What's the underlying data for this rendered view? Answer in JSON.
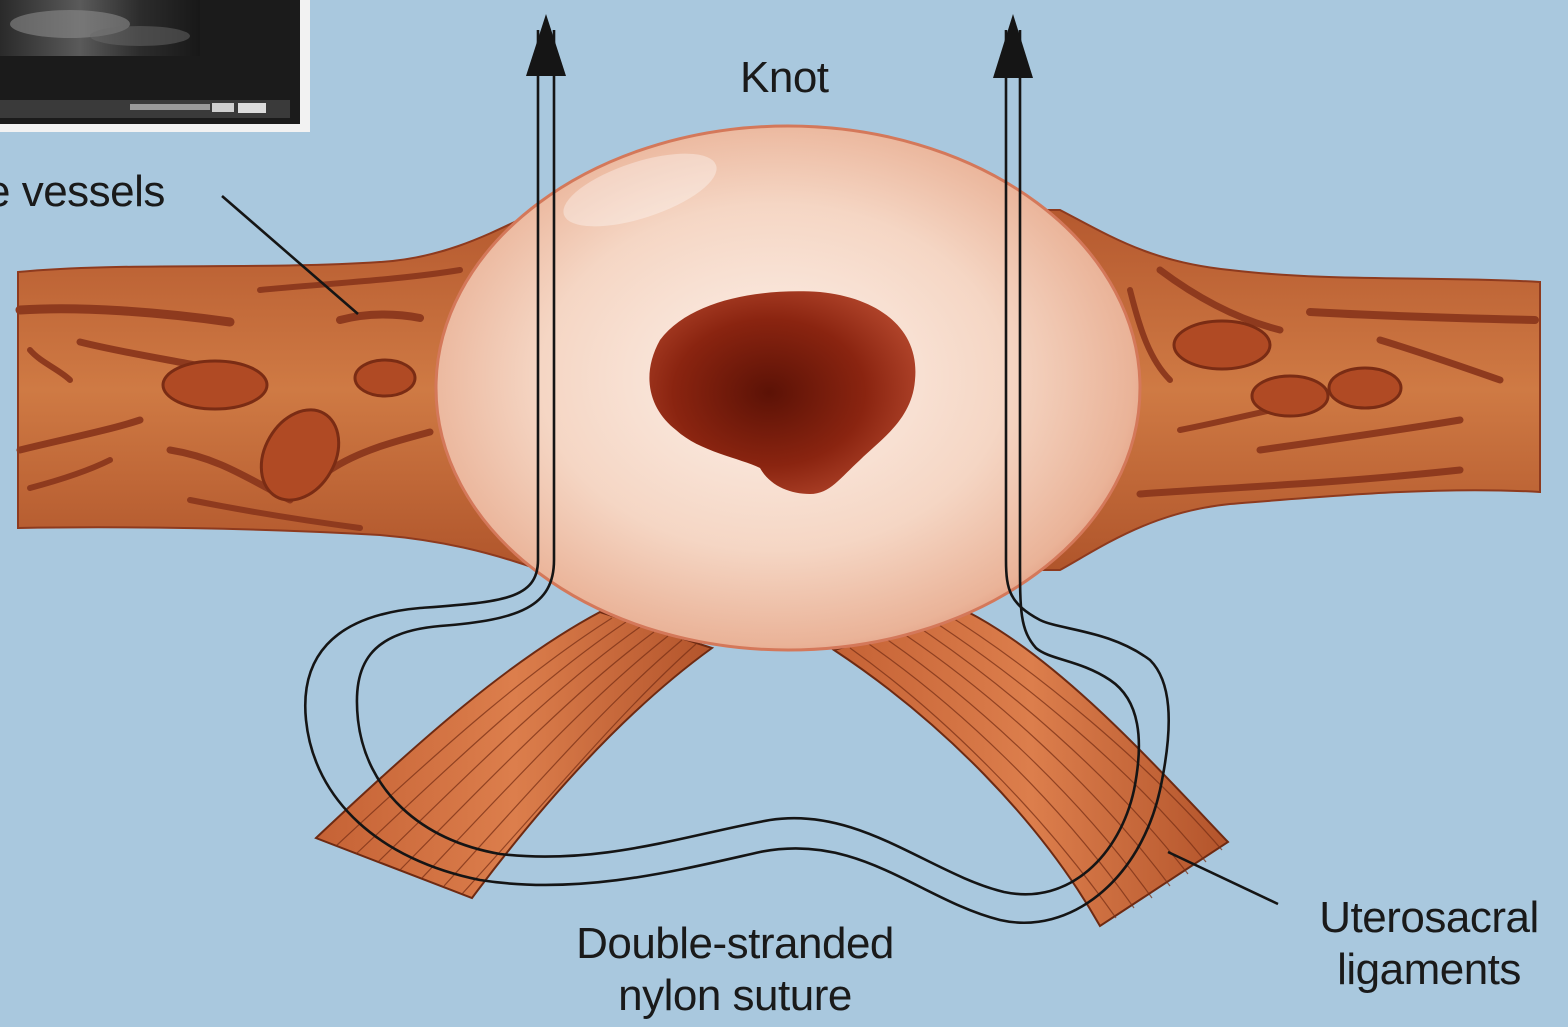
{
  "labels": {
    "knot": "Knot",
    "vessels": "e vessels",
    "suture_line1": "Double-stranded",
    "suture_line2": "nylon suture",
    "ligaments_line1": "Uterosacral",
    "ligaments_line2": "ligaments"
  },
  "colors": {
    "background": "#a9c8de",
    "tissue": "#c8743f",
    "tissue_dark": "#8e3a1e",
    "cervix_outer": "#f0c5ad",
    "cervix_inner": "#fbe9df",
    "os": "#8a2410",
    "ligament": "#c9663a",
    "suture": "#151515",
    "inset_dark": "#1c1c1c"
  },
  "icons": [
    "arrow-up-icon"
  ]
}
